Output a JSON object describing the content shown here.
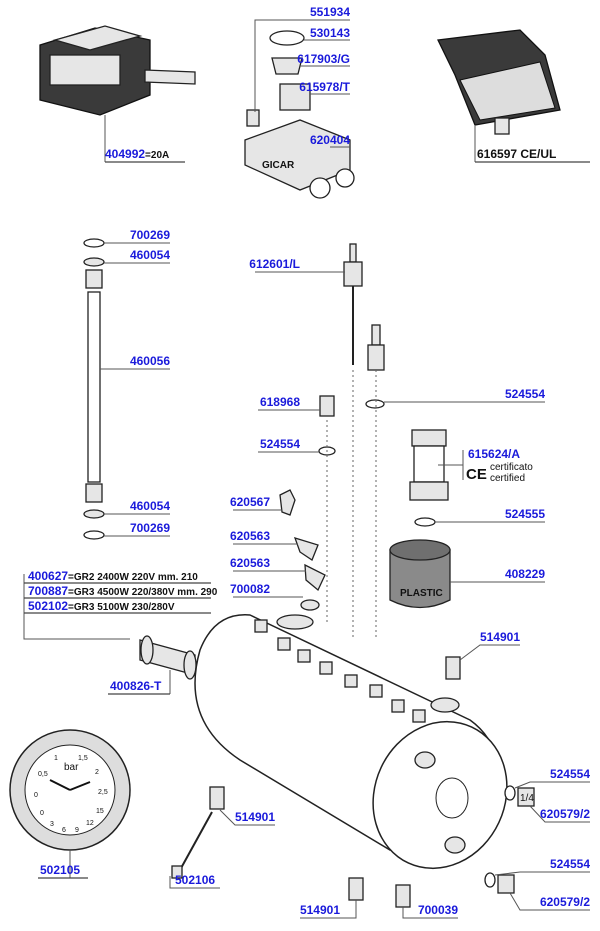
{
  "parts": {
    "p551934": "551934",
    "p530143": "530143",
    "p617903G": "617903/G",
    "p615978T": "615978/T",
    "p620404": "620404",
    "p404992": "404992",
    "p404992_desc": "=20A",
    "p616597": "616597 CE/UL",
    "p700269a": "700269",
    "p460054a": "460054",
    "p460056": "460056",
    "p460054b": "460054",
    "p700269b": "700269",
    "p612601L": "612601/L",
    "p618968": "618968",
    "p524554a": "524554",
    "p524554b": "524554",
    "p615624A": "615624/A",
    "cert1": "certificato",
    "cert2": "certified",
    "ce_mark": "CE",
    "p620567": "620567",
    "p620563a": "620563",
    "p620563b": "620563",
    "p700082": "700082",
    "p524555": "524555",
    "p408229": "408229",
    "plastic": "PLASTIC",
    "p400826T": "400826-T",
    "p514901a": "514901",
    "p514901b": "514901",
    "p514901c": "514901",
    "p524554c": "524554",
    "p620579_2a": "620579/2",
    "p524554d": "524554",
    "p620579_2b": "620579/2",
    "p502105": "502105",
    "p502106": "502106",
    "p700039": "700039",
    "gicar": "GICAR",
    "fitting_size": "1/4"
  },
  "heaters": [
    {
      "code": "400627",
      "desc": "=GR2 2400W 220V mm. 210"
    },
    {
      "code": "700887",
      "desc": "=GR3 4500W 220/380V mm. 290"
    },
    {
      "code": "502102",
      "desc": "=GR3 5100W 230/280V"
    }
  ],
  "gauge": {
    "unit": "bar",
    "outer_ticks": [
      "0",
      "0,5",
      "1",
      "1,5",
      "2",
      "2,5"
    ],
    "inner_ticks": [
      "0",
      "3",
      "6",
      "9",
      "12",
      "15"
    ]
  },
  "colors": {
    "label": "#1a1adb",
    "line": "#444444"
  }
}
